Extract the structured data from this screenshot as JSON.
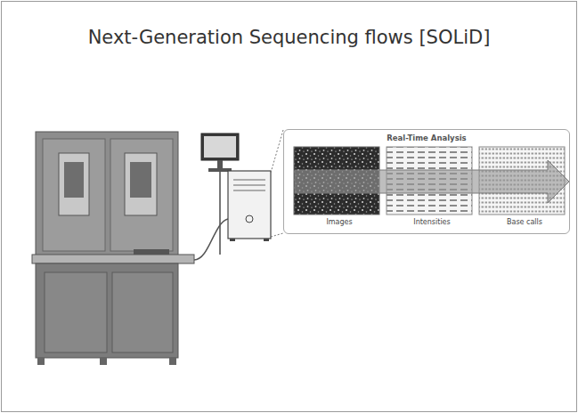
{
  "diagram": {
    "title": "Next-Generation Sequencing flows [SOLiD]",
    "nodes": [
      {
        "text": [
          "Real-Time Analysis"
        ]
      },
      {
        "text": [
          "Images"
        ],
        "in": 0
      },
      {
        "text": [
          "Intensities"
        ],
        "in": 0
      },
      {
        "text": [
          "Base calls"
        ],
        "in": 0
      }
    ],
    "edges": [
      {
        "from": 1,
        "to": 3,
        "arrow": "to"
      }
    ]
  }
}
